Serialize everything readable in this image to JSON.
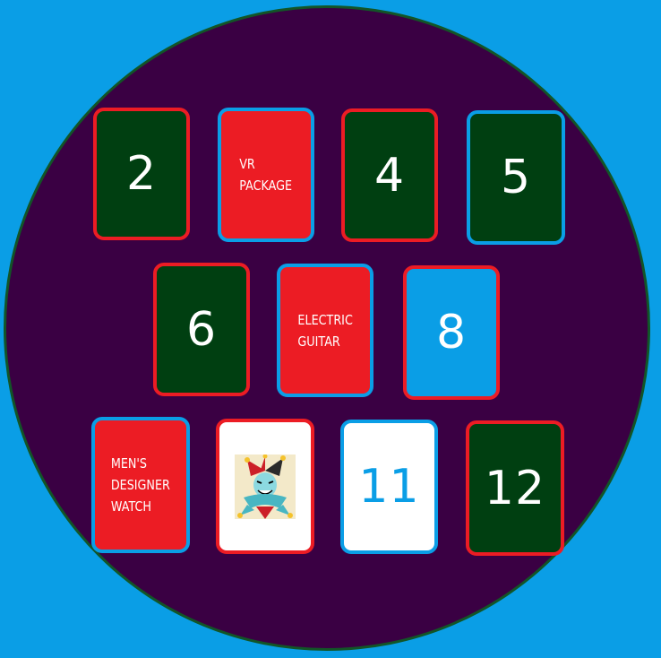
{
  "colors": {
    "background": "#0a9ee6",
    "board": "#3a0043",
    "board_border": "#125527",
    "card_green": "#003f11",
    "card_red": "#ec1c24",
    "card_blue": "#0a9ee6",
    "card_white": "#ffffff",
    "border_red": "#ec1c24",
    "border_blue": "#0a9ee6"
  },
  "cards": [
    {
      "label": "2",
      "kind": "number",
      "face": "green",
      "border": "red"
    },
    {
      "label": "VR\nPACKAGE",
      "kind": "prize",
      "face": "red",
      "border": "blue"
    },
    {
      "label": "4",
      "kind": "number",
      "face": "green",
      "border": "red"
    },
    {
      "label": "5",
      "kind": "number",
      "face": "green",
      "border": "blue"
    },
    {
      "label": "6",
      "kind": "number",
      "face": "green",
      "border": "red"
    },
    {
      "label": "ELECTRIC\nGUITAR",
      "kind": "prize",
      "face": "red",
      "border": "blue"
    },
    {
      "label": "8",
      "kind": "number",
      "face": "blue",
      "border": "red"
    },
    {
      "label": "MEN'S\nDESIGNER\nWATCH",
      "kind": "prize",
      "face": "red",
      "border": "blue"
    },
    {
      "label": "",
      "kind": "joker",
      "icon": "jester-icon",
      "face": "white",
      "border": "red"
    },
    {
      "label": "11",
      "kind": "number",
      "face": "white",
      "border": "blue"
    },
    {
      "label": "12",
      "kind": "number",
      "face": "green",
      "border": "red"
    }
  ]
}
